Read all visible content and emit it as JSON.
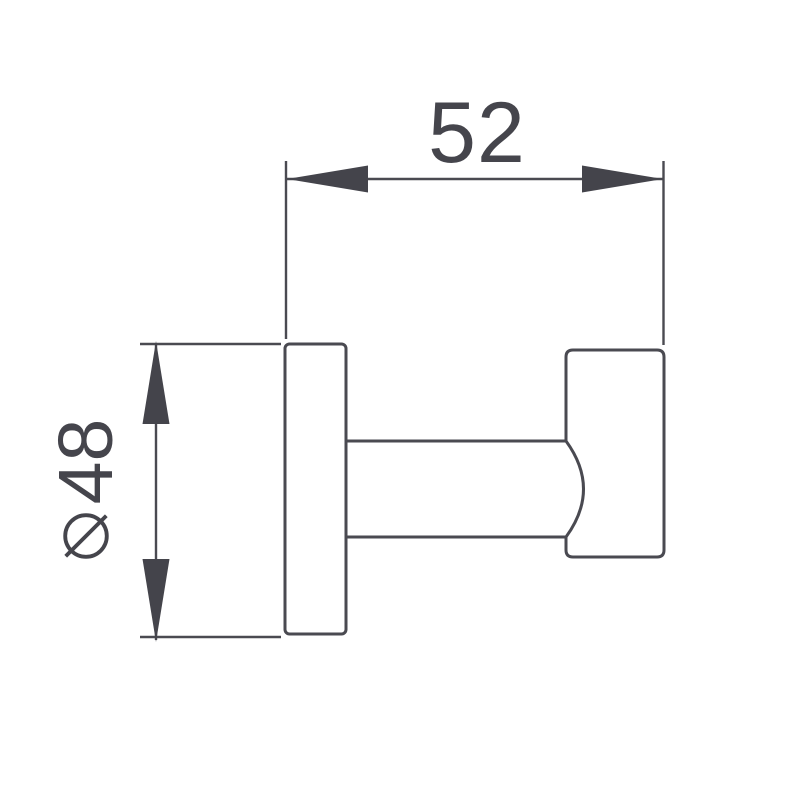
{
  "page": {
    "background_color": "#ffffff",
    "content": "technical-dimension-drawing"
  },
  "drawing": {
    "object": "wall-hook-side-view",
    "stroke_color": "#4a4a51",
    "arrow_color": "#44444b",
    "text_color": "#45454c",
    "dimensions": {
      "width": {
        "label": "52",
        "value": 52,
        "orientation": "horizontal"
      },
      "diameter": {
        "label": "⌀48",
        "digits": "48",
        "value": 48,
        "symbol": "diameter-sign",
        "orientation": "vertical"
      }
    }
  }
}
